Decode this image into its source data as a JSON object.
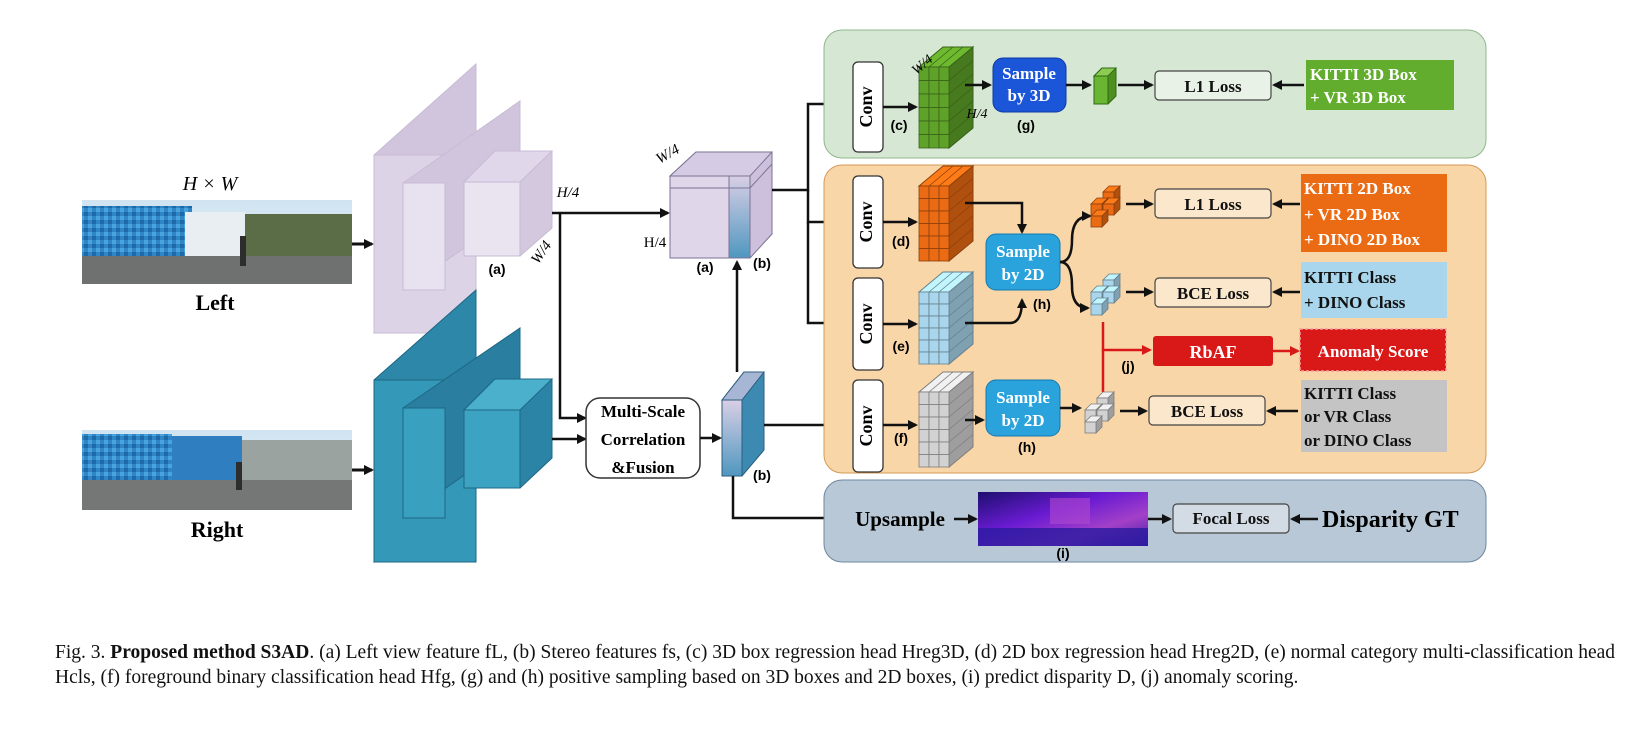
{
  "inputs": {
    "size_label": "H × W",
    "left_label": "Left",
    "right_label": "Right"
  },
  "backbone": {
    "h4": "H/4",
    "w4": "W/4",
    "a": "(a)"
  },
  "fusion": {
    "line1": "Multi-Scale",
    "line2": "Correlation",
    "line3": "&Fusion",
    "b_small": "(b)"
  },
  "feature_cube": {
    "w4": "W/4",
    "h4": "H/4",
    "a": "(a)",
    "b": "(b)"
  },
  "panel_3d": {
    "conv": "Conv",
    "c": "(c)",
    "w4": "W/4",
    "h4": "H/4",
    "sample_l1": "Sample",
    "sample_l2": "by 3D",
    "g": "(g)",
    "loss": "L1 Loss",
    "gt_l1": "KITTI 3D Box",
    "gt_l2": "+ VR 3D Box",
    "colors": {
      "panel": "#d6e8d4",
      "grid": "#5fa229",
      "sample": "#1b55d8",
      "gt": "#63ad2e"
    }
  },
  "panel_2d": {
    "conv_d": "Conv",
    "d": "(d)",
    "conv_e": "Conv",
    "e": "(e)",
    "conv_f": "Conv",
    "f": "(f)",
    "sample_a_l1": "Sample",
    "sample_a_l2": "by 2D",
    "h_a": "(h)",
    "sample_b_l1": "Sample",
    "sample_b_l2": "by 2D",
    "h_b": "(h)",
    "l1_loss": "L1 Loss",
    "bce_loss_1": "BCE Loss",
    "bce_loss_2": "BCE Loss",
    "box_gt_l1": "KITTI 2D Box",
    "box_gt_l2": "+ VR 2D Box",
    "box_gt_l3": "+ DINO 2D Box",
    "class_gt_l1": "KITTI Class",
    "class_gt_l2": "+ DINO Class",
    "rbaf": "RbAF",
    "j": "(j)",
    "anomaly": "Anomaly Score",
    "fg_gt_l1": "KITTI Class",
    "fg_gt_l2": "or VR Class",
    "fg_gt_l3": "or DINO Class",
    "colors": {
      "panel": "#f9d6a8",
      "orange": "#ea6b14",
      "blue": "#a9d6ec",
      "gray": "#d2d2d2",
      "sample": "#2aa3dc",
      "red": "#d91818"
    }
  },
  "panel_disp": {
    "upsample": "Upsample",
    "i": "(i)",
    "loss": "Focal Loss",
    "gt": "Disparity GT",
    "colors": {
      "panel": "#b8c8d6"
    }
  },
  "caption": {
    "fig": "Fig. 3.",
    "title": "Proposed method S3AD",
    "text": ". (a) Left view feature fL, (b) Stereo features fs, (c) 3D box regression head Hreg3D, (d) 2D box regression head Hreg2D, (e) normal category multi-classification head Hcls, (f) foreground binary classification head Hfg, (g) and (h) positive sampling based on 3D boxes and 2D boxes, (i) predict disparity D, (j) anomaly scoring."
  }
}
